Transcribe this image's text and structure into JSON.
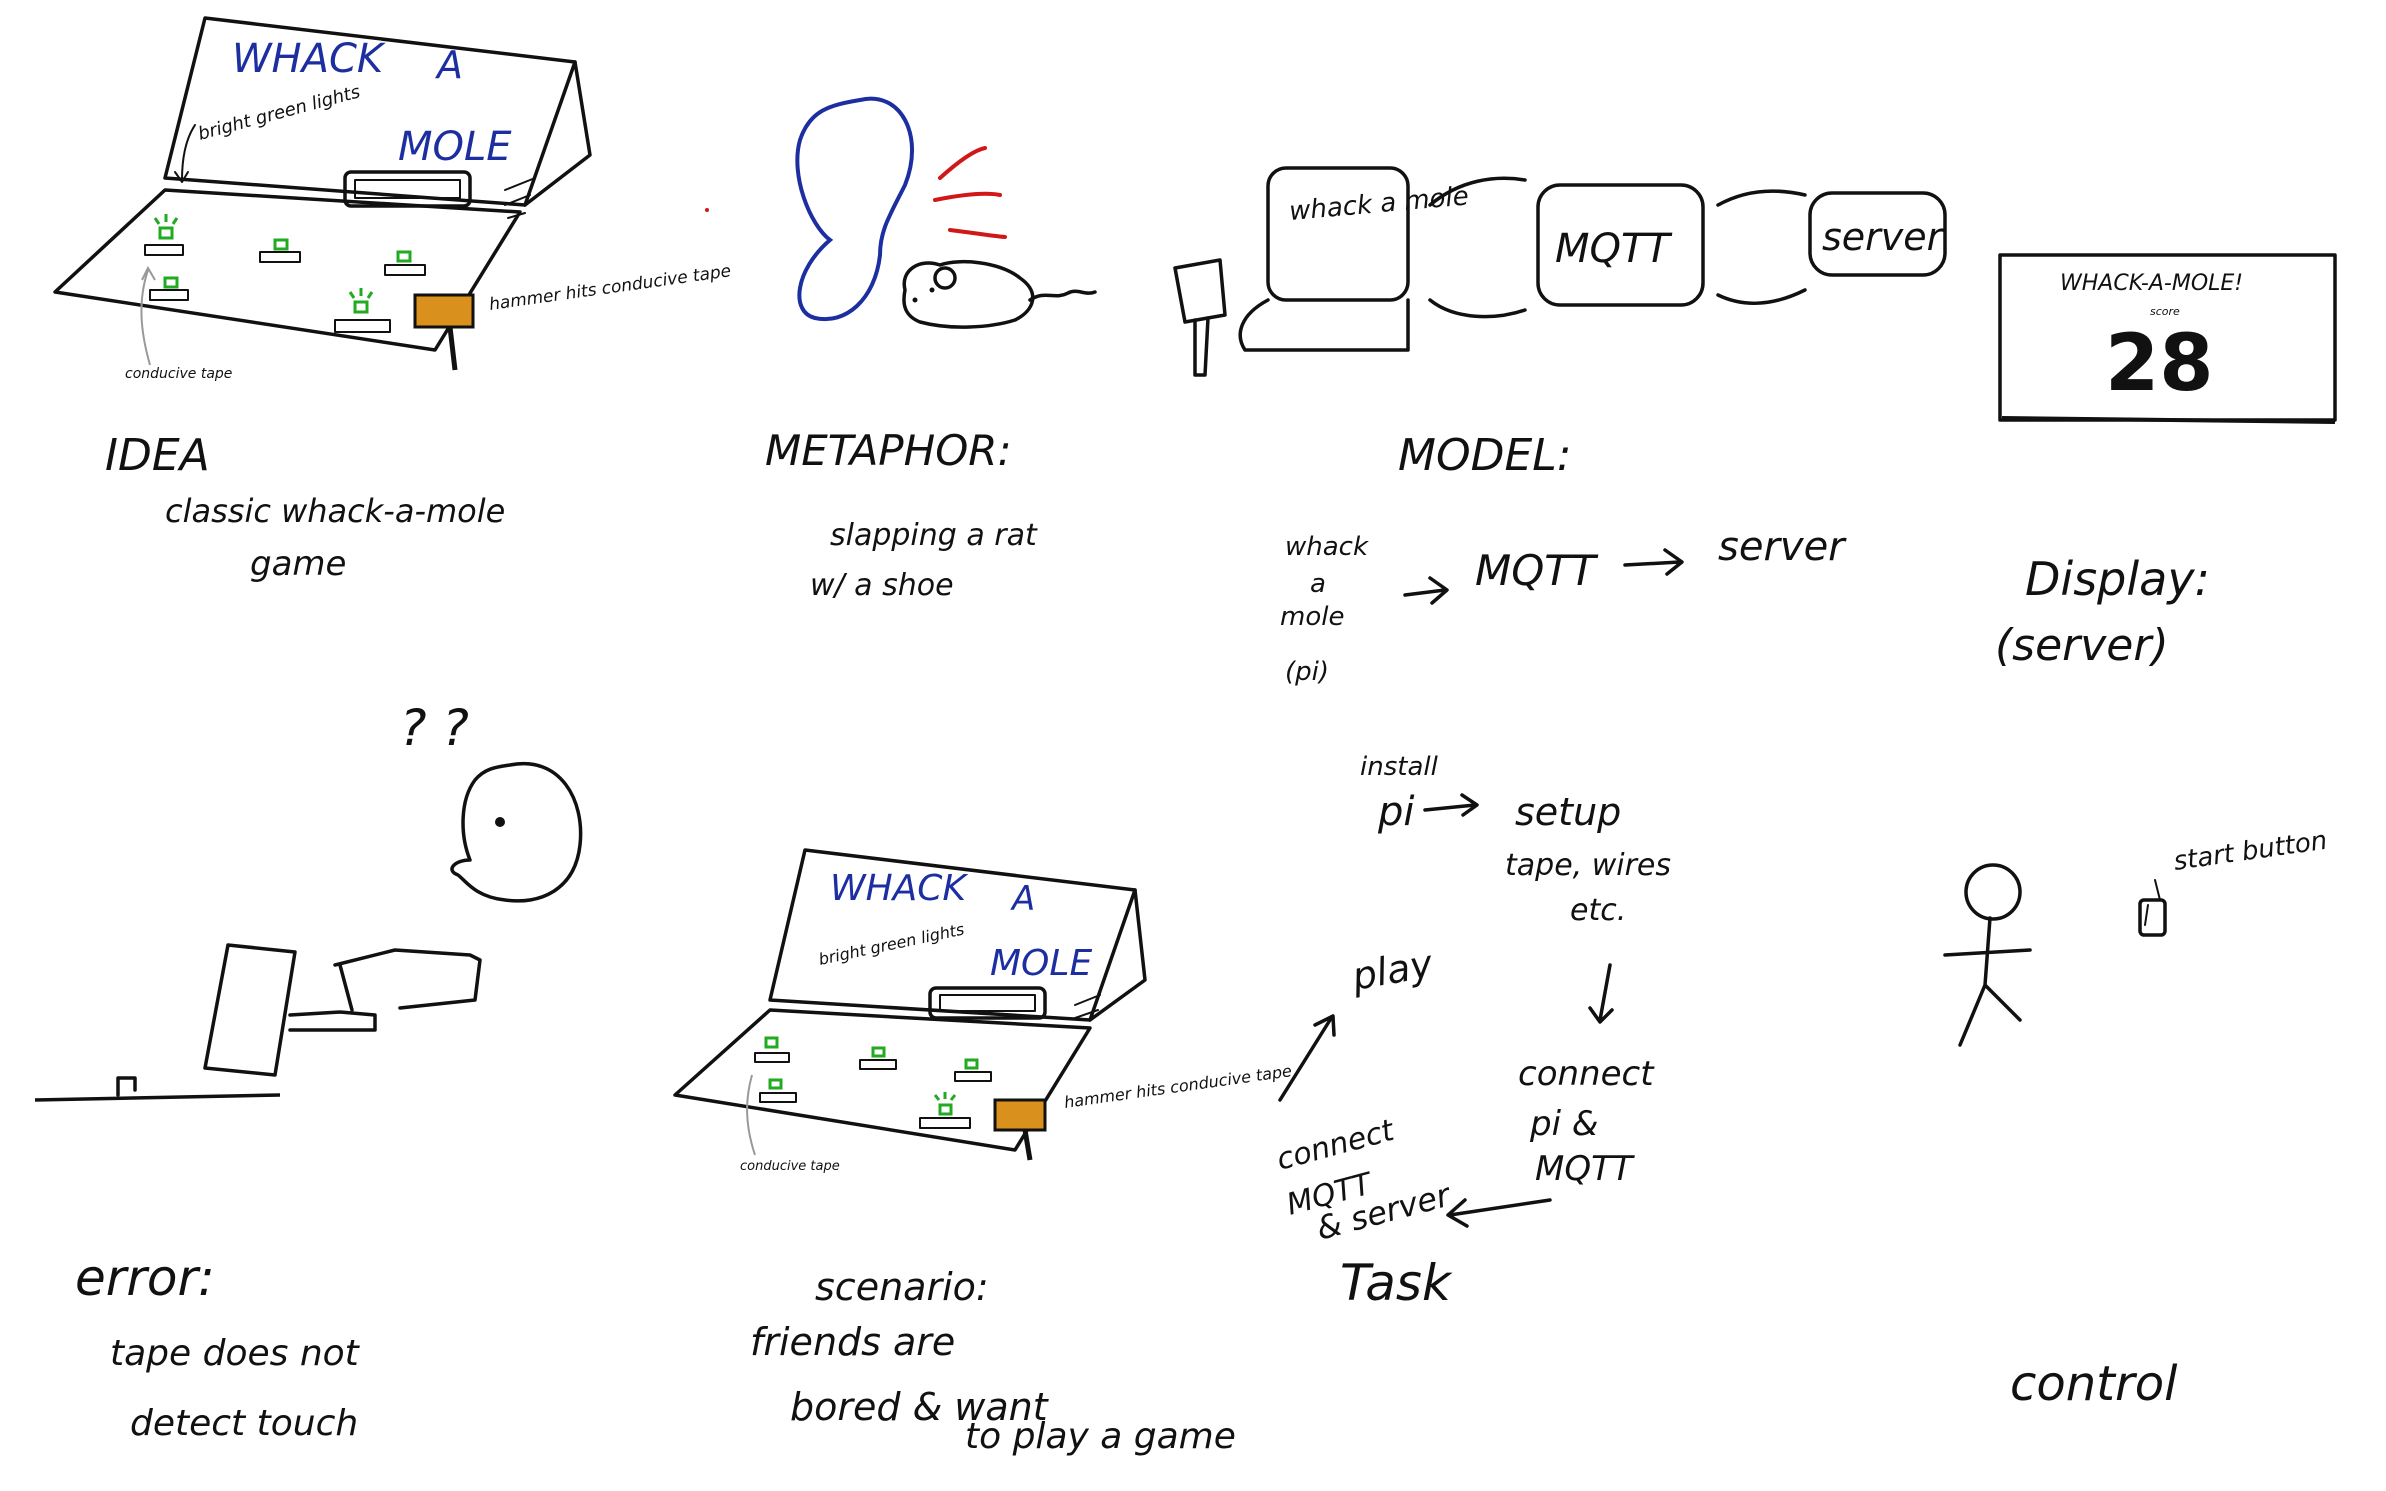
{
  "colors": {
    "ink": "#111111",
    "blue": "#1d2fa0",
    "red": "#d01818",
    "green": "#22aa22",
    "orange": "#d9901c",
    "gray": "#999999"
  },
  "idea": {
    "board_title_1": "WHACK",
    "board_title_2": "A",
    "board_title_3": "MOLE",
    "lights_note": "bright green lights",
    "tape_note": "conducive tape",
    "hammer_note": "hammer hits conducive tape",
    "heading": "IDEA",
    "caption_1": "classic whack-a-mole",
    "caption_2": "game"
  },
  "metaphor": {
    "heading": "METAPHOR:",
    "caption_1": "slapping a rat",
    "caption_2": "w/ a shoe"
  },
  "model": {
    "box_1": "whack a mole",
    "box_2": "MQTT",
    "box_3": "server",
    "heading": "MODEL:",
    "flow_1_line1": "whack",
    "flow_1_line2": "a",
    "flow_1_line3": "mole",
    "flow_1_line4": "(pi)",
    "flow_2": "MQTT",
    "flow_3": "server"
  },
  "display": {
    "title": "WHACK-A-MOLE!",
    "score_label": "score",
    "score_value": "28",
    "heading": "Display:",
    "subheading": "(server)"
  },
  "error": {
    "marks": "? ?",
    "heading": "error:",
    "caption_1": "tape does not",
    "caption_2": "detect touch"
  },
  "scenario": {
    "board_title_1": "WHACK",
    "board_title_2": "A",
    "board_title_3": "MOLE",
    "lights_note": "bright green lights",
    "tape_note": "conducive tape",
    "hammer_note": "hammer hits conducive tape",
    "heading": "scenario:",
    "caption_1": "friends are",
    "caption_2": "bored & want",
    "caption_3": "to play a game"
  },
  "task": {
    "step_install": "install",
    "step_pi": "pi",
    "step_setup": "setup",
    "step_setup_2": "tape, wires",
    "step_setup_3": "etc.",
    "step_connect_1": "connect",
    "step_connect_2": "pi &",
    "step_connect_3": "MQTT",
    "step_connect_mqtt_1": "connect",
    "step_connect_mqtt_2": "MQTT",
    "step_connect_mqtt_3": "& server",
    "step_play": "play",
    "heading": "Task"
  },
  "control": {
    "button_note": "start button",
    "heading": "control"
  }
}
